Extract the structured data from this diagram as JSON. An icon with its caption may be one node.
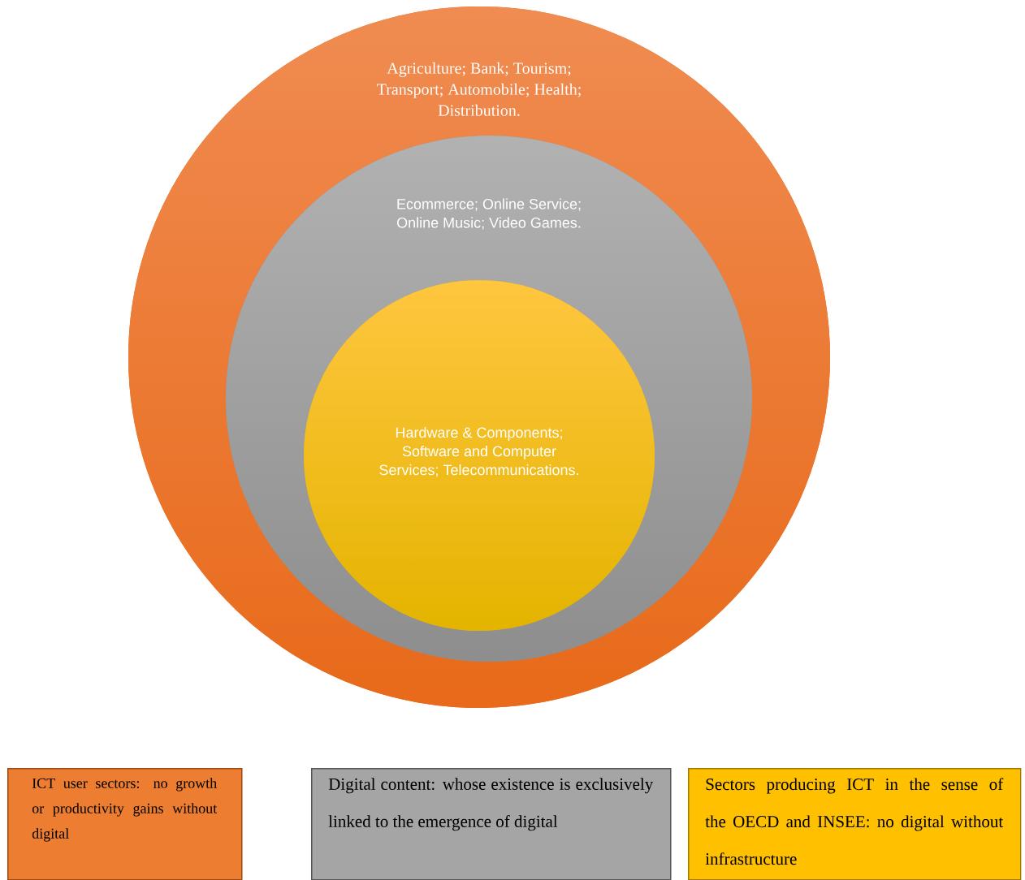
{
  "diagram": {
    "nodes": [
      {
        "text": [
          "Agriculture;  Bank; Tourism; Transport; Automobile; Health; Distribution."
        ]
      },
      {
        "text": [
          "Ecommerce; Online Service; Online Music; Video Games."
        ],
        "in": 0
      },
      {
        "text": [
          "Hardware & Components; Software and Computer Services; Telecommunications."
        ],
        "in": 1
      },
      {
        "text": [
          "ICT user sectors: no growth or productivity gains without digital"
        ]
      },
      {
        "text": [
          "Digital content: whose existence is exclusively linked to the emergence of digital"
        ]
      },
      {
        "text": [
          "Sectors producing ICT in the sense of the OECD and INSEE: no digital without infrastructure"
        ]
      }
    ]
  }
}
